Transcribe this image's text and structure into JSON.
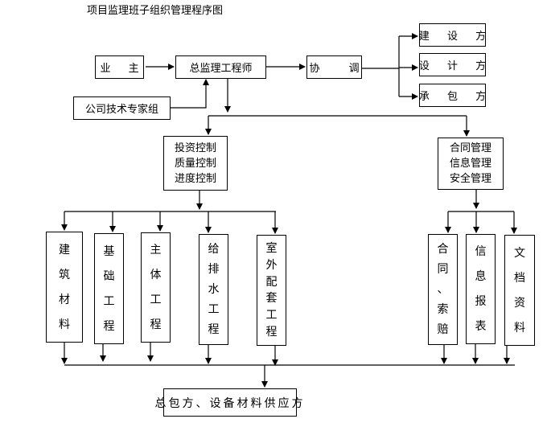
{
  "title": "项目监理班子组织管理程序图",
  "nodes": {
    "owner": "业 主",
    "chief_engineer": "总监理工程师",
    "expert_group": "公司技术专家组",
    "coordination": "协 调",
    "construction_party": "建 设 方",
    "design_party": "设 计 方",
    "contractor": "承 包 方",
    "control_group": [
      "投资控制",
      "质量控制",
      "进度控制"
    ],
    "management_group": [
      "合同管理",
      "信息管理",
      "安全管理"
    ],
    "sub_left": [
      [
        "建",
        "筑",
        "材",
        "料"
      ],
      [
        "基",
        "础",
        "工",
        "程"
      ],
      [
        "主",
        "体",
        "工",
        "程"
      ],
      [
        "给",
        "排",
        "水",
        "工",
        "程"
      ],
      [
        "室",
        "外",
        "配",
        "套",
        "工",
        "程"
      ]
    ],
    "sub_right": [
      [
        "合",
        "同",
        "、",
        "索",
        "赔"
      ],
      [
        "信",
        "息",
        "报",
        "表"
      ],
      [
        "文",
        "档",
        "资",
        "料"
      ]
    ],
    "final": "总包方、设备材料供应方"
  }
}
